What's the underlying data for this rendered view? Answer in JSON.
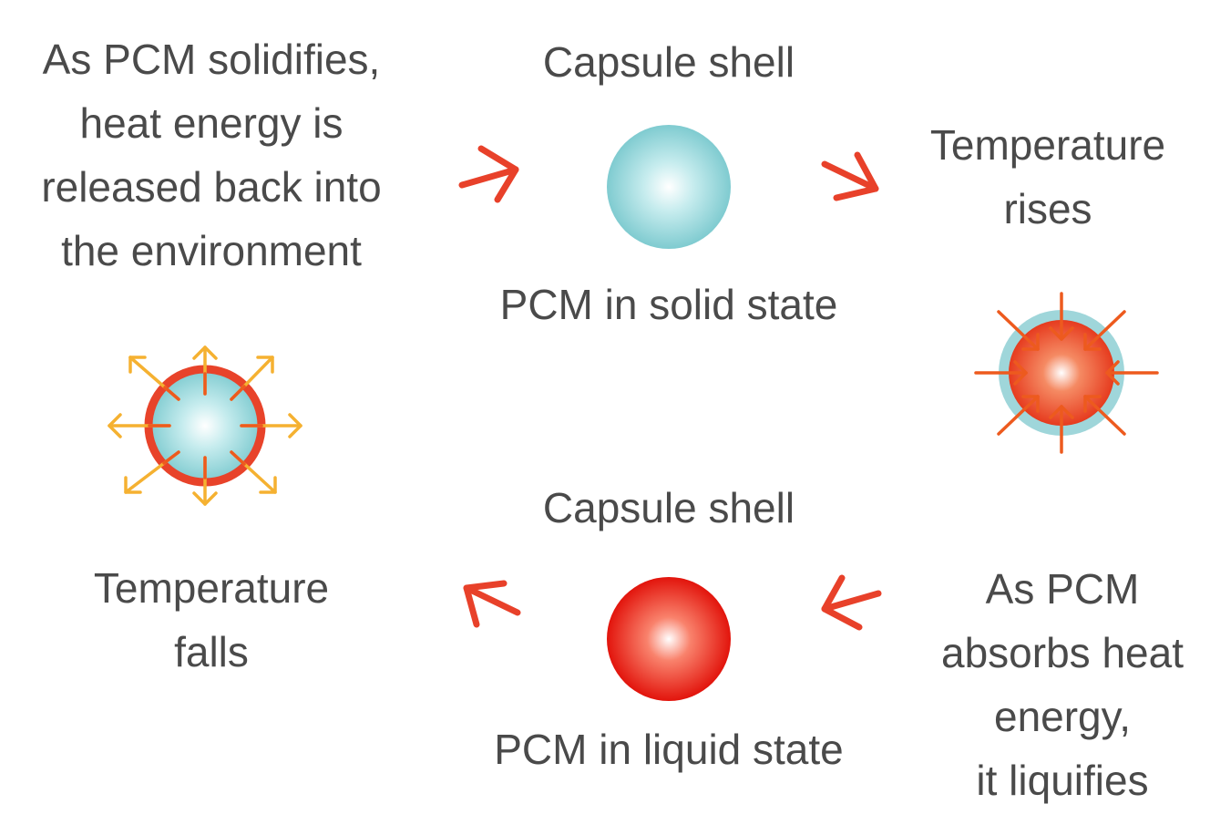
{
  "top": {
    "shell_label": "Capsule shell",
    "state_label": "PCM in solid state"
  },
  "bottom": {
    "shell_label": "Capsule shell",
    "state_label": "PCM in liquid state"
  },
  "top_left_text": [
    "As PCM solidifies,",
    "heat energy is",
    "released back into",
    "the environment"
  ],
  "top_right_text": [
    "Temperature",
    "rises"
  ],
  "bottom_left_text": [
    "Temperature",
    "falls"
  ],
  "bottom_right_text": [
    "As PCM",
    "absorbs heat",
    "energy,",
    "it liquifies"
  ],
  "colors": {
    "text": "#4a4a4a",
    "arrow": "#e8412a",
    "solid_pcm": "#7fcbd0",
    "liquid_pcm": "#e8170f",
    "heat_out_arrow": "#f5b131",
    "heat_in_arrow": "#ed5a1e",
    "shell_ring": "#e8432a"
  }
}
